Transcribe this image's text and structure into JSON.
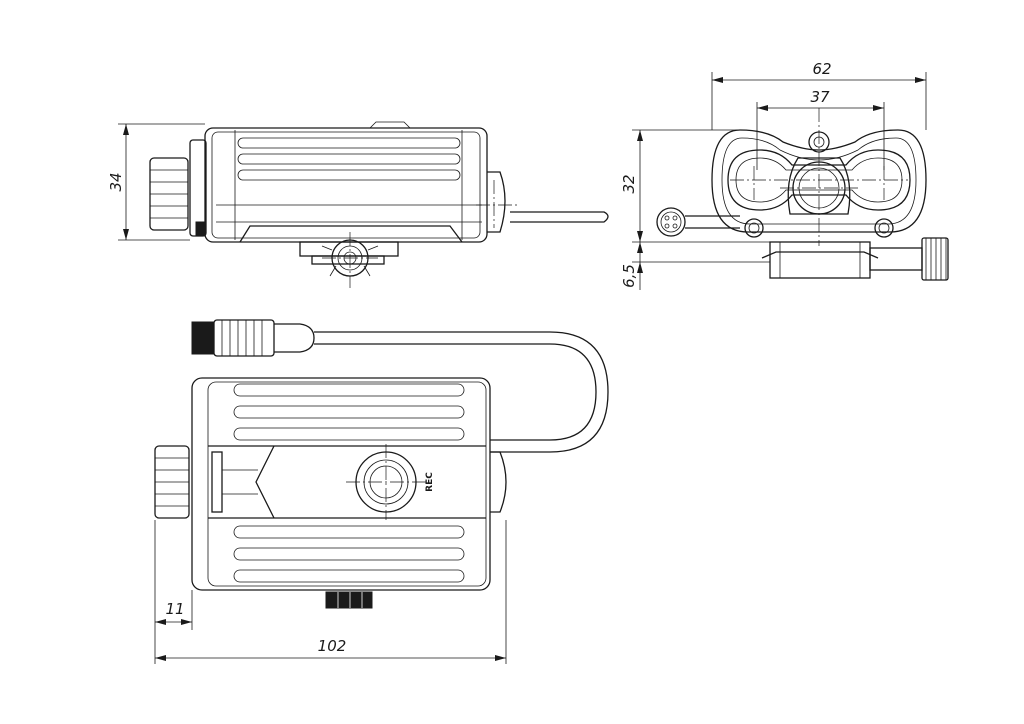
{
  "dimensions": {
    "top_width": "62",
    "mid_width": "37",
    "front_height": "32",
    "rail_height": "6,5",
    "side_height": "34",
    "knob_width": "11",
    "total_length": "102"
  },
  "labels": {
    "rec": "REC"
  }
}
